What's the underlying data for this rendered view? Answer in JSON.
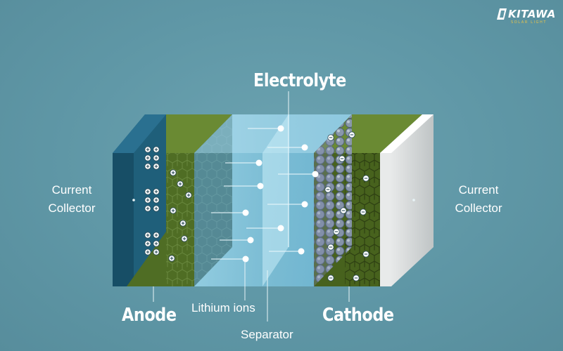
{
  "brand": {
    "name": "KITAWA",
    "tagline": "SOLAR LIGHT",
    "color": "#e8c44a"
  },
  "labels": {
    "electrolyte": "Electrolyte",
    "current_collector_left": [
      "Current",
      "Collector"
    ],
    "current_collector_right": [
      "Current",
      "Collector"
    ],
    "anode": "Anode",
    "cathode": "Cathode",
    "lithium_ions": "Lithium ions",
    "separator": "Separator"
  },
  "colors": {
    "background": "#5f97a6",
    "anode_collector": "#1f5f7a",
    "anode_material": "#4d6b22",
    "electrolyte": "#8fcfe6",
    "cathode_material": "#47621d",
    "cathode_collector": "#d9dcdc"
  },
  "icons": {
    "positive_ion": "plus-circle-icon",
    "negative_ion": "minus-circle-icon",
    "lithium_ion": "ion-dot-icon"
  }
}
